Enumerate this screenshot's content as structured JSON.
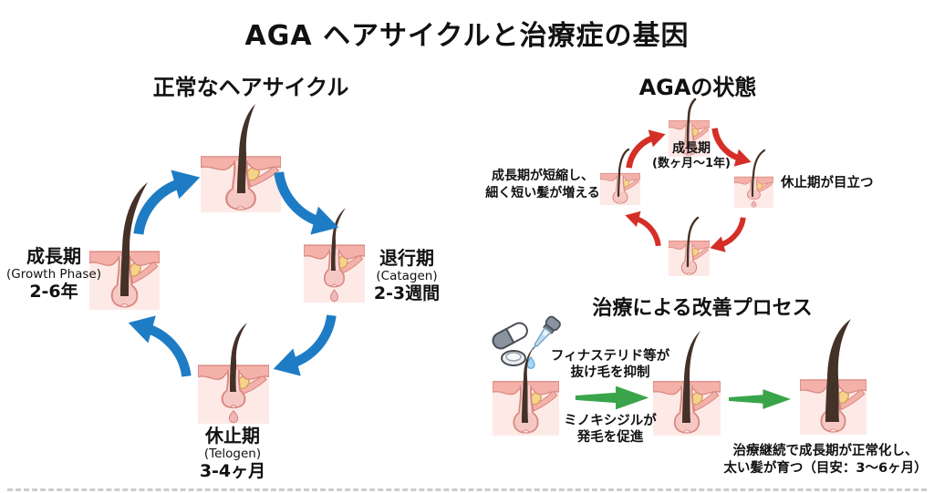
{
  "title": "AGA ヘアサイクルと治療症の基因",
  "colors": {
    "normal_arrows": "#1e7cc5",
    "aga_arrows": "#d42f27",
    "treatment_arrows": "#3aa44a"
  },
  "icons": [
    "capsule-icon",
    "tablet-icon",
    "dropper-icon",
    "droplet-icon",
    "curved-arrow-icon",
    "straight-arrow-icon",
    "hair-follicle-illustration"
  ],
  "normal_cycle": {
    "heading": "正常なヘアサイクル",
    "growth": {
      "name": "成長期",
      "sub": "(Growth Phase)",
      "duration": "2-6年"
    },
    "catagen": {
      "name": "退行期",
      "sub": "(Catagen)",
      "duration": "2-3週間"
    },
    "telogen": {
      "name": "休止期",
      "sub": "(Telogen)",
      "duration": "3-4ヶ月"
    }
  },
  "aga_state": {
    "heading": "AGAの状態",
    "growth_name": "成長期",
    "growth_duration": "(数ヶ月〜1年)",
    "telogen_note": "休止期が目立つ",
    "shortening_note_line1": "成長期が短縮し、",
    "shortening_note_line2": "細く短い髪が増える"
  },
  "treatment": {
    "heading": "治療による改善プロセス",
    "finasteride_line1": "フィナステリド等が",
    "finasteride_line2": "抜け毛を抑制",
    "minoxidil_line1": "ミノキシジルが",
    "minoxidil_line2": "発毛を促進",
    "result_line1": "治療継続で成長期が正常化し、",
    "result_line2": "太い髪が育つ（目安：3〜6ヶ月）"
  }
}
